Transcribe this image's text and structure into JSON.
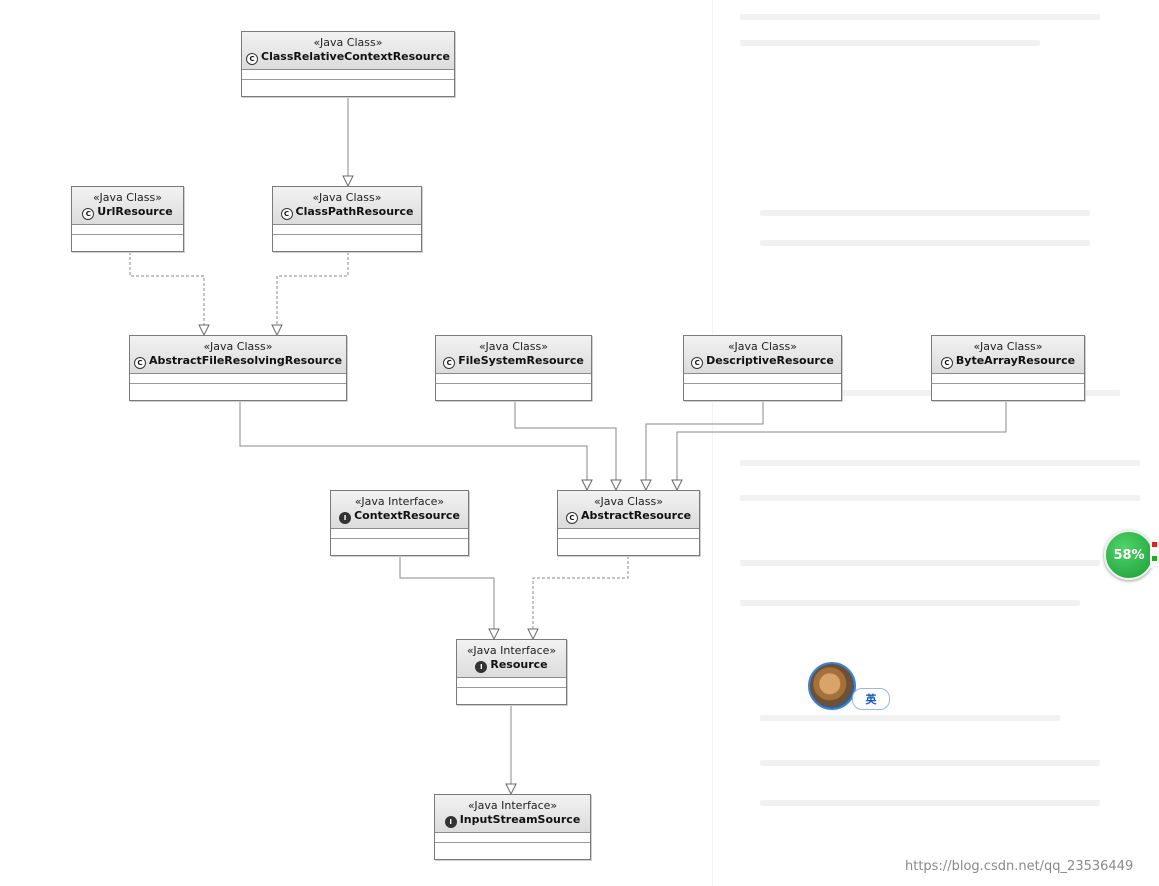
{
  "diagram": {
    "nodes": [
      {
        "id": "class-relative-context-resource",
        "stereotype": "«Java Class»",
        "name": "ClassRelativeContextResource",
        "kind": "class"
      },
      {
        "id": "url-resource",
        "stereotype": "«Java Class»",
        "name": "UrlResource",
        "kind": "class"
      },
      {
        "id": "class-path-resource",
        "stereotype": "«Java Class»",
        "name": "ClassPathResource",
        "kind": "class"
      },
      {
        "id": "abstract-file-resolving-resource",
        "stereotype": "«Java Class»",
        "name": "AbstractFileResolvingResource",
        "kind": "class"
      },
      {
        "id": "file-system-resource",
        "stereotype": "«Java Class»",
        "name": "FileSystemResource",
        "kind": "class"
      },
      {
        "id": "descriptive-resource",
        "stereotype": "«Java Class»",
        "name": "DescriptiveResource",
        "kind": "class"
      },
      {
        "id": "byte-array-resource",
        "stereotype": "«Java Class»",
        "name": "ByteArrayResource",
        "kind": "class"
      },
      {
        "id": "context-resource",
        "stereotype": "«Java Interface»",
        "name": "ContextResource",
        "kind": "interface"
      },
      {
        "id": "abstract-resource",
        "stereotype": "«Java Class»",
        "name": "AbstractResource",
        "kind": "class"
      },
      {
        "id": "resource",
        "stereotype": "«Java Interface»",
        "name": "Resource",
        "kind": "interface"
      },
      {
        "id": "input-stream-source",
        "stereotype": "«Java Interface»",
        "name": "InputStreamSource",
        "kind": "interface"
      }
    ],
    "edges": [
      {
        "from": "class-relative-context-resource",
        "to": "class-path-resource",
        "style": "solid"
      },
      {
        "from": "url-resource",
        "to": "abstract-file-resolving-resource",
        "style": "dashed"
      },
      {
        "from": "class-path-resource",
        "to": "abstract-file-resolving-resource",
        "style": "dashed"
      },
      {
        "from": "abstract-file-resolving-resource",
        "to": "abstract-resource",
        "style": "solid"
      },
      {
        "from": "file-system-resource",
        "to": "abstract-resource",
        "style": "solid"
      },
      {
        "from": "descriptive-resource",
        "to": "abstract-resource",
        "style": "solid"
      },
      {
        "from": "byte-array-resource",
        "to": "abstract-resource",
        "style": "solid"
      },
      {
        "from": "context-resource",
        "to": "resource",
        "style": "solid"
      },
      {
        "from": "abstract-resource",
        "to": "resource",
        "style": "dashed"
      },
      {
        "from": "resource",
        "to": "input-stream-source",
        "style": "solid"
      }
    ]
  },
  "icons": {
    "class": "C",
    "interface": "I"
  },
  "overlays": {
    "progress_badge": "58%",
    "ime_label": "英",
    "watermark": "https://blog.csdn.net/qq_23536449"
  },
  "colors": {
    "badge": "#2eb84a",
    "header": "#dcdcdc",
    "line": "#8a8a8a"
  }
}
